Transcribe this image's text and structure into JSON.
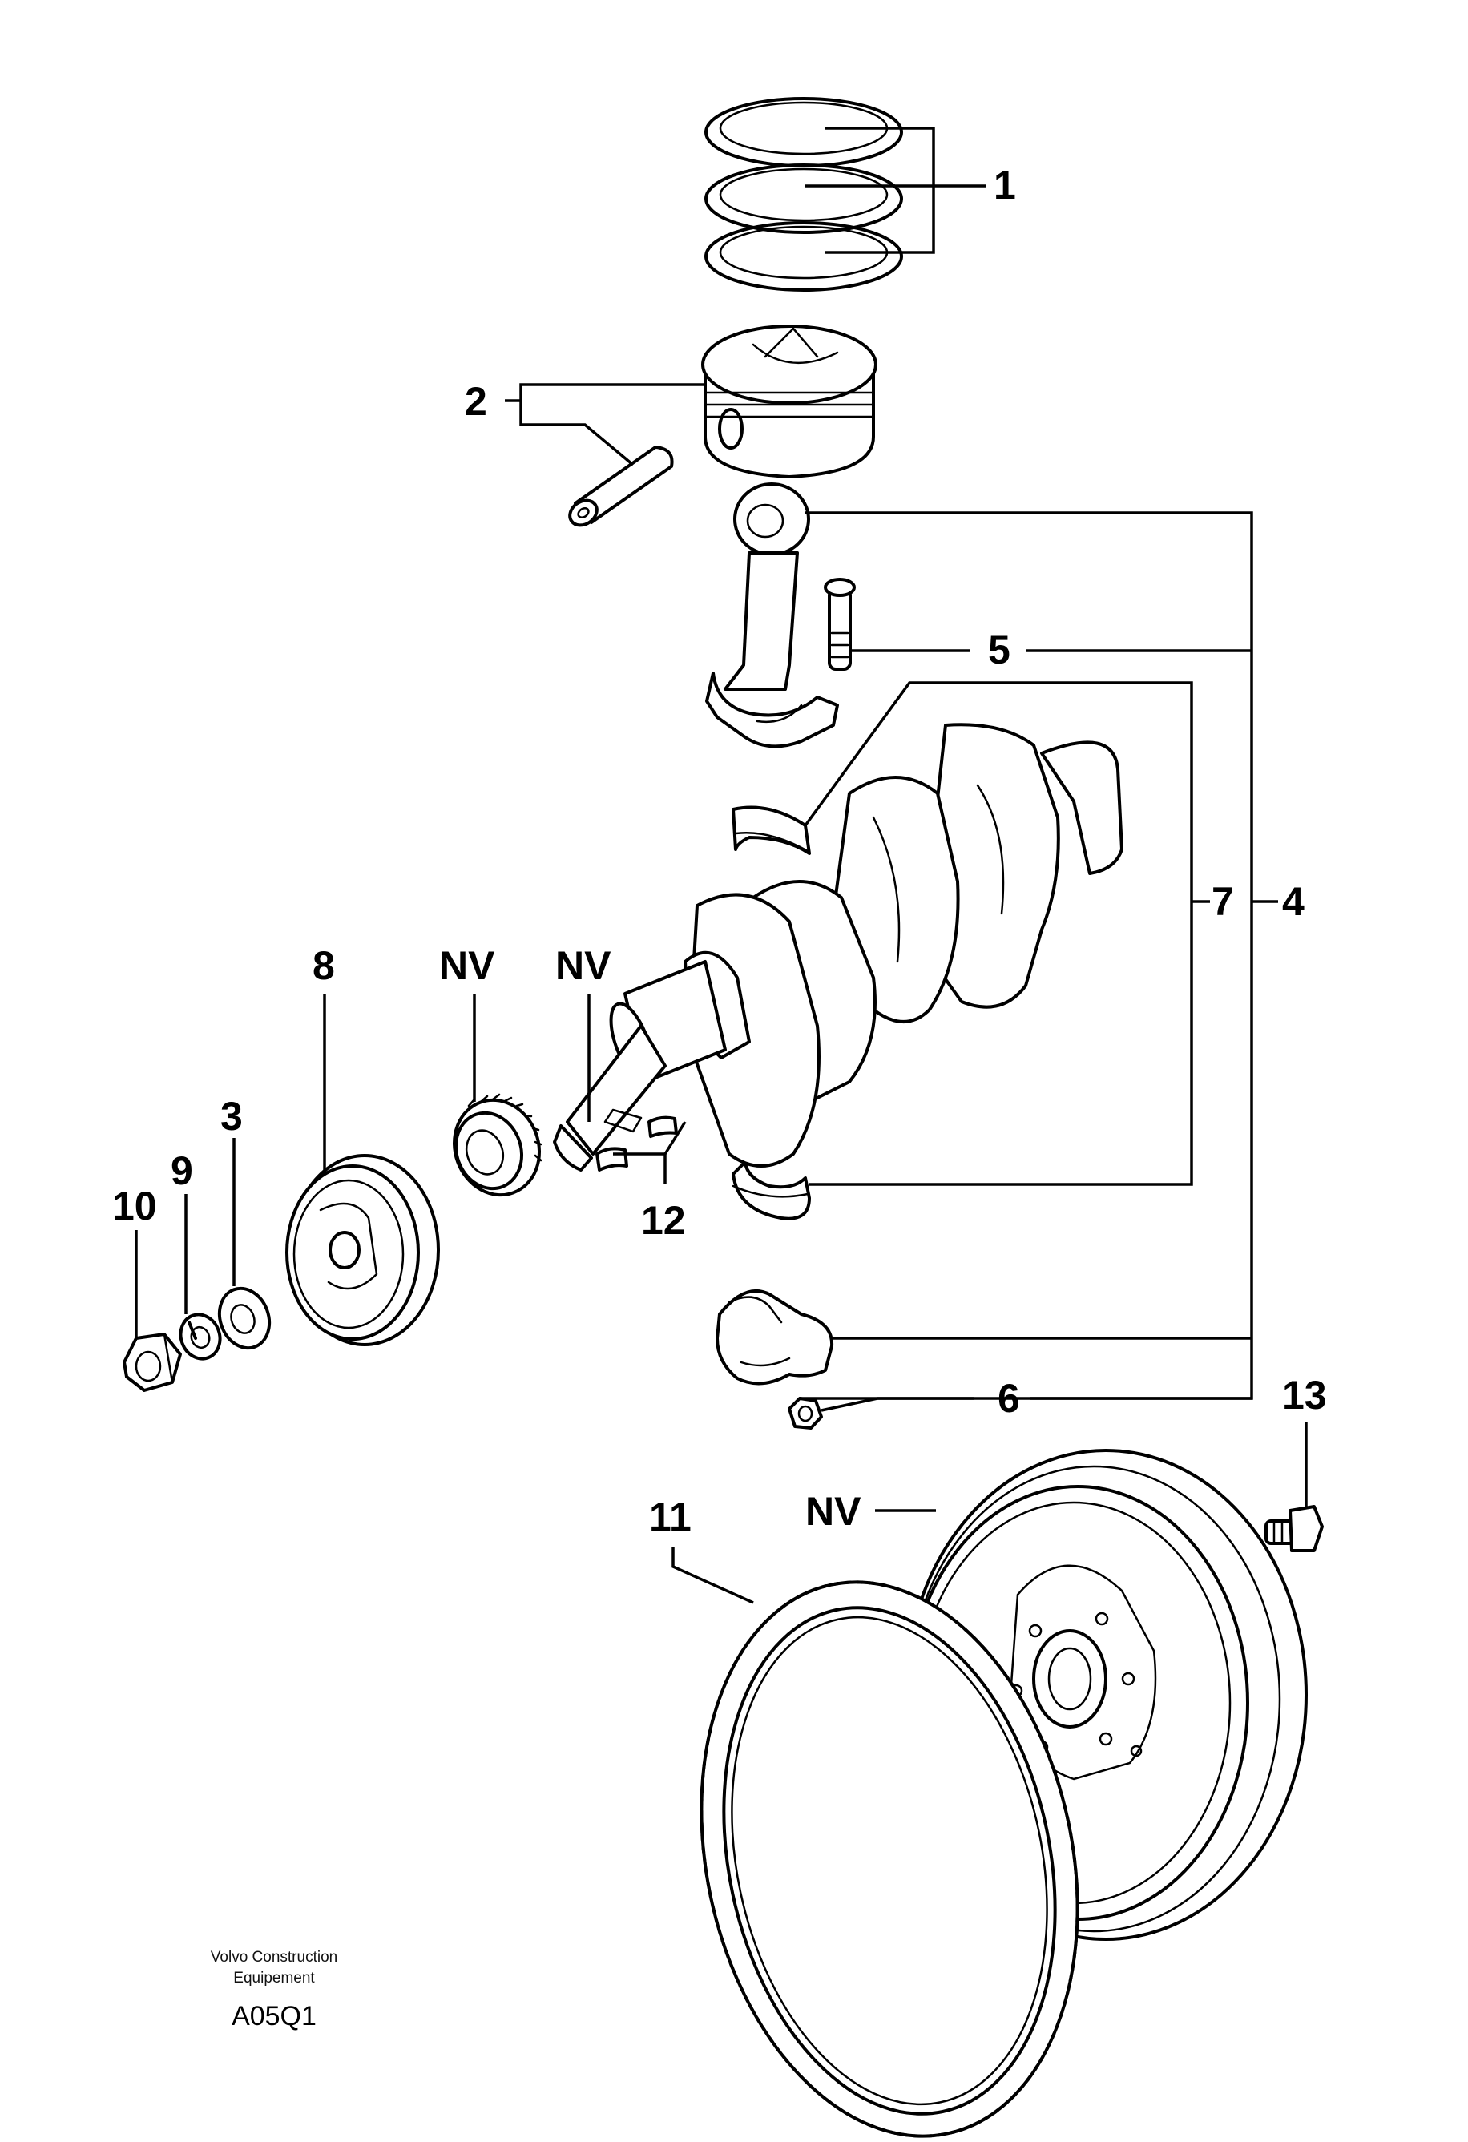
{
  "callouts": {
    "c1": "1",
    "c2": "2",
    "c3": "3",
    "c4": "4",
    "c5": "5",
    "c6": "6",
    "c7": "7",
    "c8": "8",
    "c9": "9",
    "c10": "10",
    "c11": "11",
    "c12": "12",
    "c13": "13",
    "nv_gear": "NV",
    "nv_crank": "NV",
    "nv_flywheel": "NV"
  },
  "footer": {
    "brand_line1": "Volvo Construction",
    "brand_line2": "Equipement",
    "figure_code": "A05Q1"
  }
}
